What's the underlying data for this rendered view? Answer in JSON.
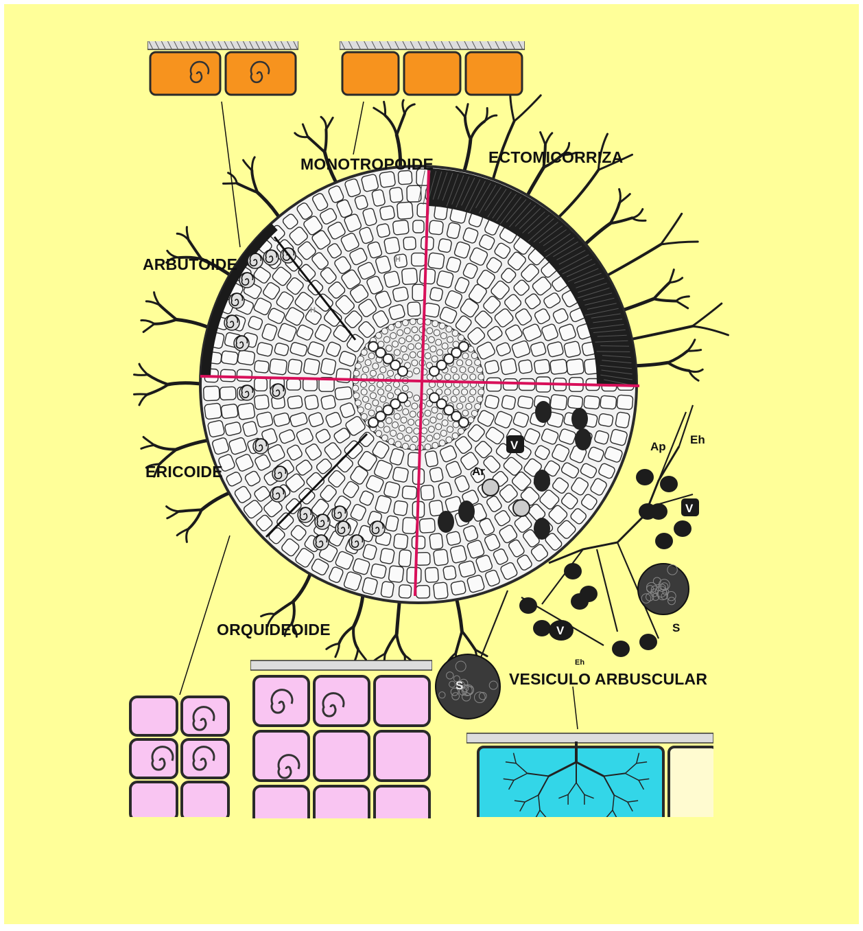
{
  "colors": {
    "background": "#ffff99",
    "border": "#ffffff",
    "cell_fill": "#f2f2f2",
    "cell_line": "#2a2a2a",
    "divider": "#d8105a",
    "monotropoide_fill": "#f7931e",
    "orquideoide_fill": "#f9c5f2",
    "arbuscular_fill": "#33d6e8",
    "hypha": "#1b1b1b"
  },
  "labels": {
    "monotropoide": "MONOTROPOIDE",
    "ectomicorriza": "ECTOMICORRIZA",
    "arbutoide": "ARBUTOIDE",
    "ericoide": "ERICOIDE",
    "orquideoide": "ORQUIDEOIDE",
    "vesiculo_arbuscular": "VESICULO ARBUSCULAR"
  },
  "markers": {
    "ap": "Ap",
    "eh": "Eh",
    "eh_small": "Eh",
    "v1": "V",
    "v2": "V",
    "v3": "V",
    "ar": "Ar",
    "s1": "S",
    "s2": "S",
    "h1": "H",
    "h2": "H"
  },
  "icons": [
    "root-cross-section",
    "hyphae",
    "spore",
    "vesicle",
    "coil-cell",
    "arbuscule"
  ]
}
